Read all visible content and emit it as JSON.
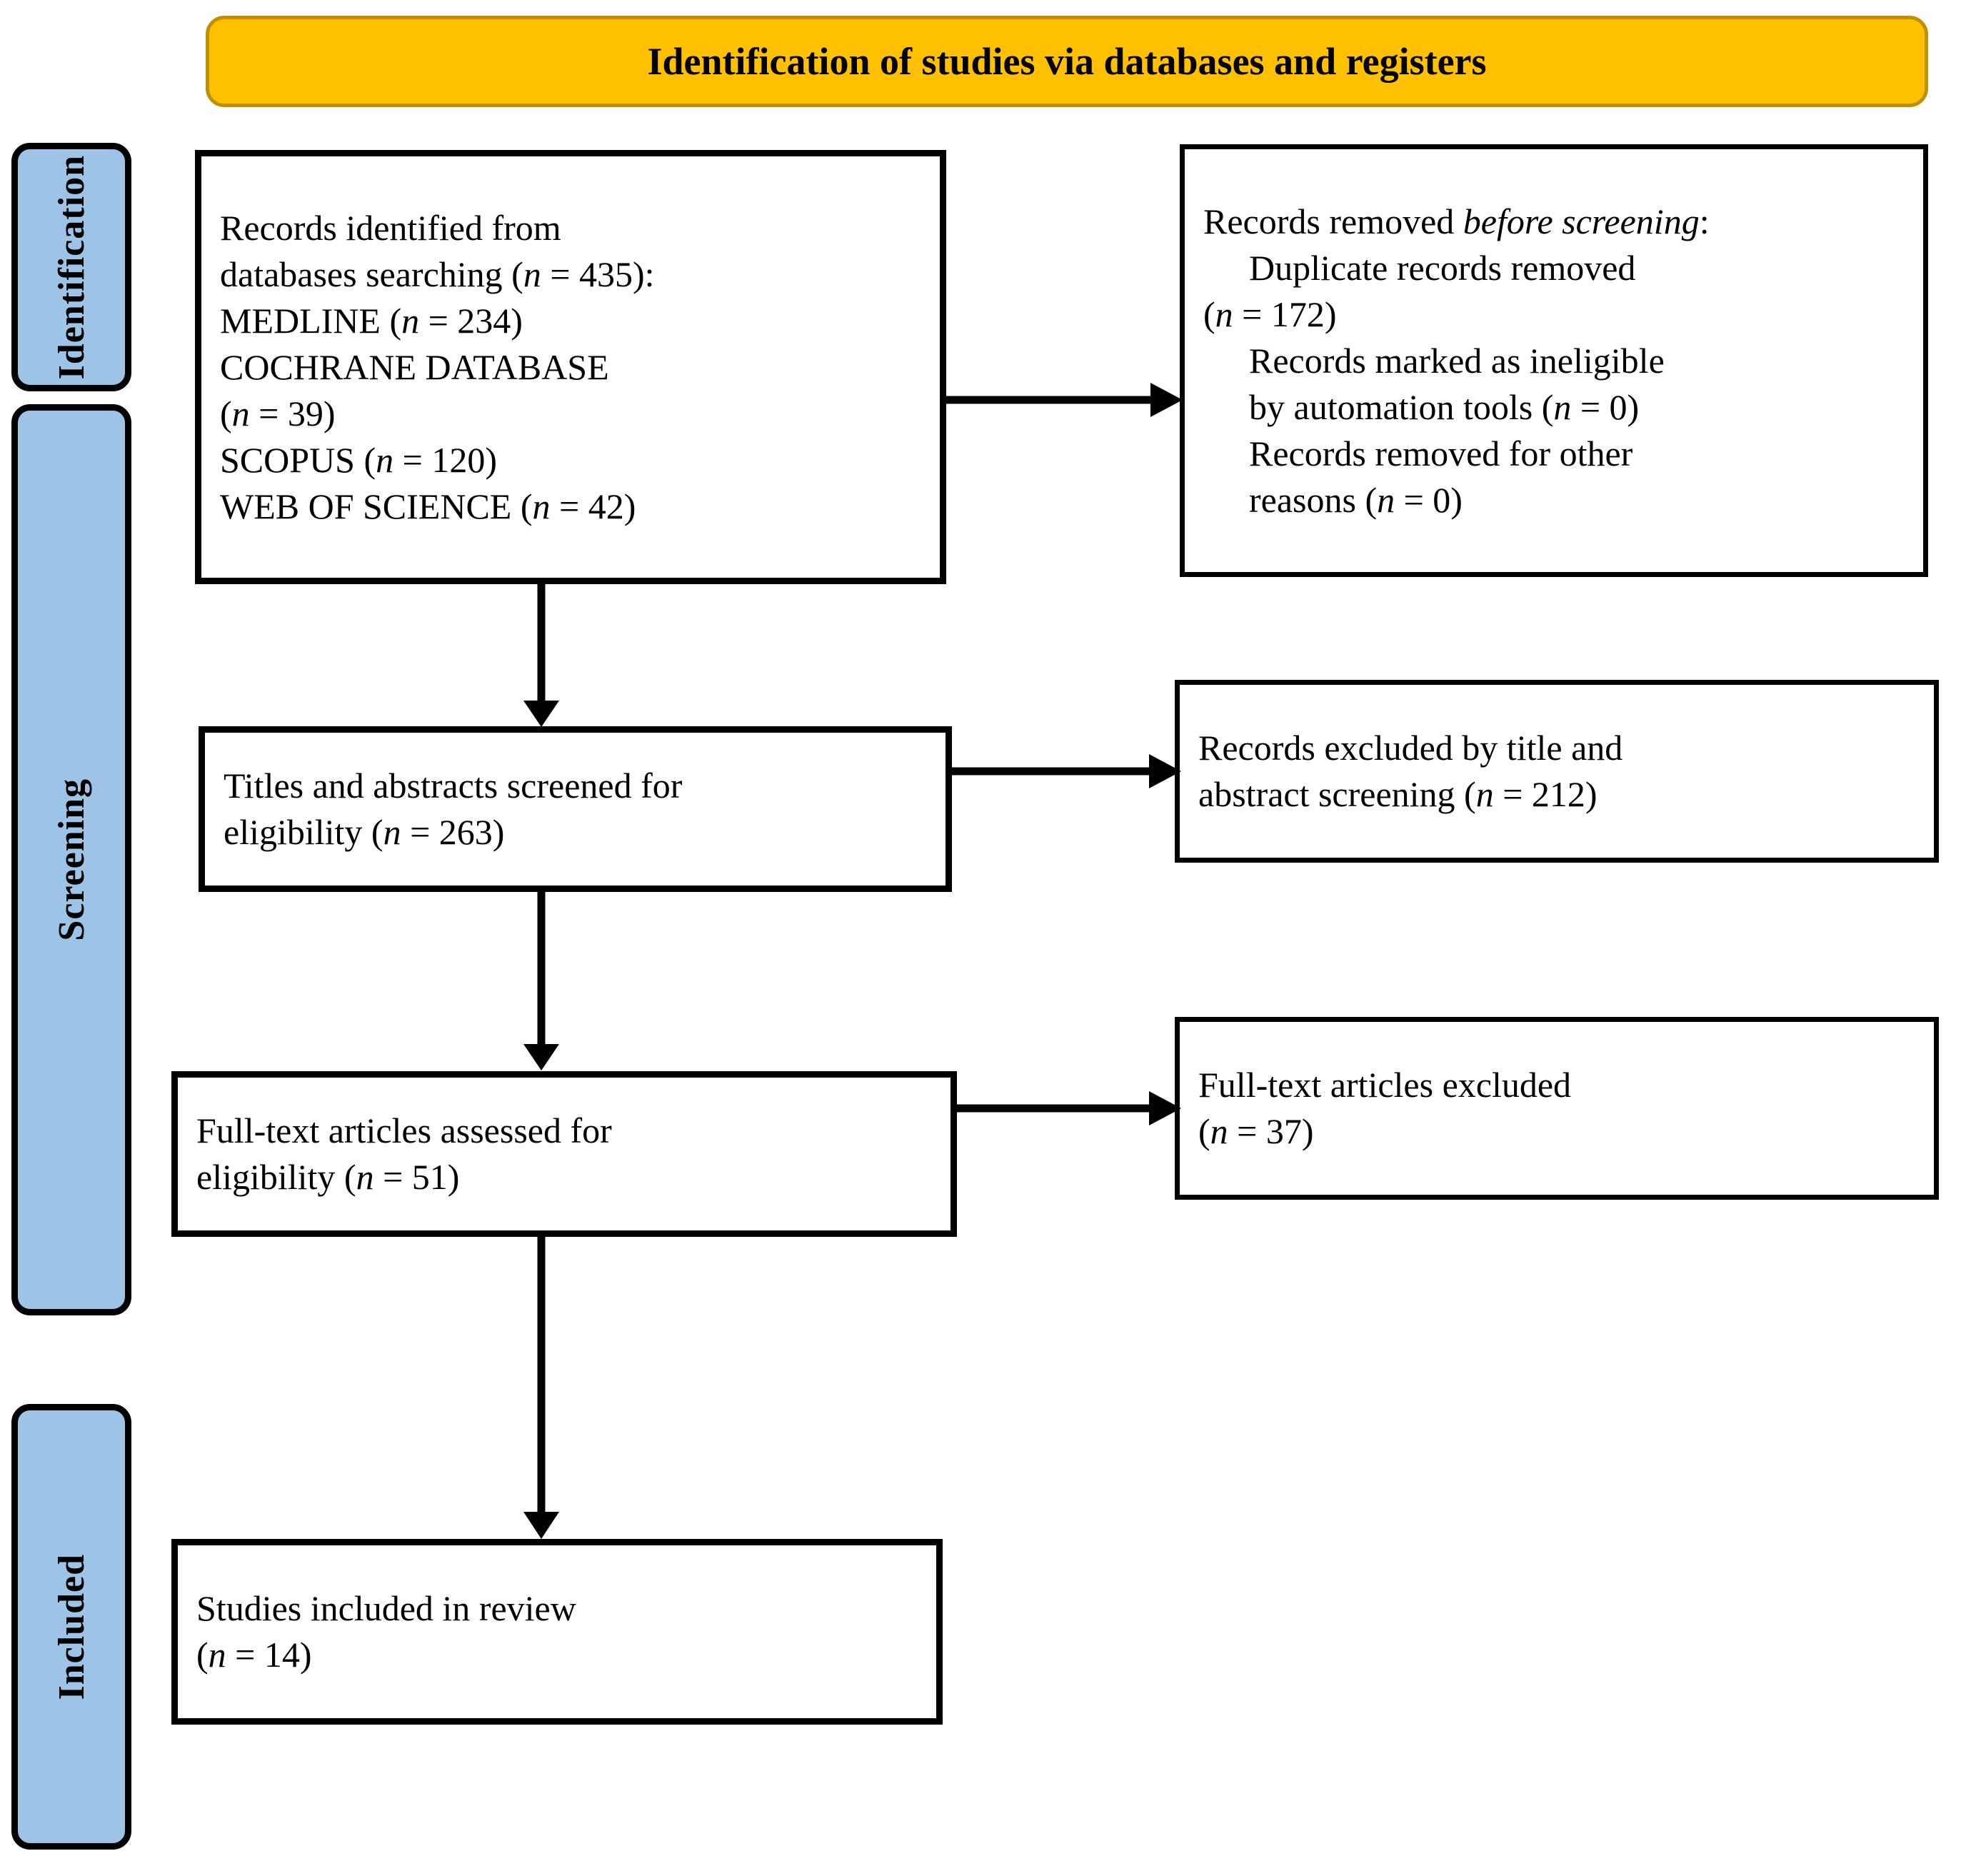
{
  "banner": {
    "title": "Identification of studies via databases and registers",
    "bg_color": "#FFC000",
    "border_color": "#BF9000"
  },
  "phases": {
    "bg_color": "#9DC3E6",
    "items": [
      {
        "label": "Identification"
      },
      {
        "label": "Screening"
      },
      {
        "label": "Included"
      }
    ]
  },
  "boxes": {
    "identified": {
      "lines": [
        "Records identified from",
        "databases searching (n = 435):",
        "MEDLINE (n = 234)",
        "COCHRANE DATABASE",
        "(n = 39)",
        "SCOPUS (n = 120)",
        "WEB OF SCIENCE (n = 42)"
      ],
      "parts": {
        "l1": "Records identified from",
        "l2_a": "databases searching (",
        "l2_n": "n",
        "l2_b": " = 435):",
        "l3_a": "MEDLINE (",
        "l3_n": "n",
        "l3_b": " = 234)",
        "l4": "COCHRANE DATABASE",
        "l5_a": "(",
        "l5_n": "n",
        "l5_b": " = 39)",
        "l6_a": "SCOPUS (",
        "l6_n": "n",
        "l6_b": " = 120)",
        "l7_a": "WEB OF SCIENCE (",
        "l7_n": "n",
        "l7_b": " = 42)"
      }
    },
    "removed": {
      "parts": {
        "l1_a": "Records removed ",
        "l1_i": "before screening",
        "l1_b": ":",
        "l2": "Duplicate records removed",
        "l3_a": "(",
        "l3_n": "n",
        "l3_b": " = 172)",
        "l4": "Records marked as ineligible",
        "l5_a": "by automation tools (",
        "l5_n": "n",
        "l5_b": " = 0)",
        "l6": "Records removed for other",
        "l7_a": "reasons (",
        "l7_n": "n",
        "l7_b": " = 0)"
      }
    },
    "screened": {
      "parts": {
        "l1": "Titles and abstracts screened for",
        "l2_a": "eligibility (",
        "l2_n": "n",
        "l2_b": " = 263)"
      }
    },
    "excluded_title_abstract": {
      "parts": {
        "l1": "Records excluded by title and",
        "l2_a": "abstract screening (",
        "l2_n": "n",
        "l2_b": " = 212)"
      }
    },
    "fulltext_assessed": {
      "parts": {
        "l1": "Full-text articles assessed for",
        "l2_a": "eligibility (",
        "l2_n": "n",
        "l2_b": " = 51)"
      }
    },
    "fulltext_excluded": {
      "parts": {
        "l1": "Full-text articles excluded",
        "l2_a": "(",
        "l2_n": "n",
        "l2_b": " = 37)"
      }
    },
    "included": {
      "parts": {
        "l1": "Studies included in review",
        "l2_a": "(",
        "l2_n": "n",
        "l2_b": " = 14)"
      }
    }
  },
  "counts": {
    "records_identified_total": 435,
    "medline": 234,
    "cochrane": 39,
    "scopus": 120,
    "web_of_science": 42,
    "duplicates_removed": 172,
    "ineligible_automation": 0,
    "removed_other": 0,
    "screened": 263,
    "excluded_title_abstract": 212,
    "fulltext_assessed": 51,
    "fulltext_excluded": 37,
    "included": 14
  }
}
